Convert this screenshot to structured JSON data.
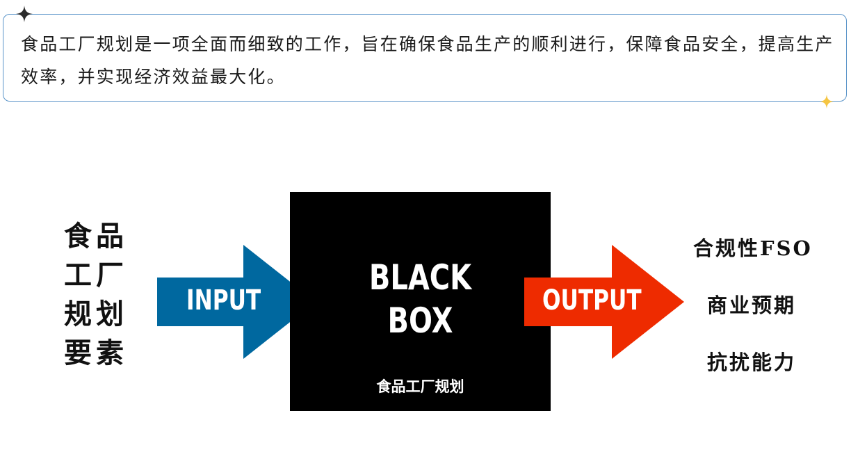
{
  "callout": {
    "text": "食品工厂规划是一项全面而细致的工作，旨在确保食品生产的顺利进行，保障食品安全，提高生产效率，并实现经济效益最大化。"
  },
  "diagram": {
    "input_elements": "食品工厂规划要素",
    "input_label": "INPUT",
    "box_title_line1": "BLACK",
    "box_title_line2": "BOX",
    "box_subtitle": "食品工厂规划",
    "output_label": "OUTPUT",
    "outputs": [
      "合规性FSO",
      "商业预期",
      "抗扰能力"
    ]
  },
  "colors": {
    "input_arrow": "#00689f",
    "output_arrow": "#ee2b00",
    "box": "#000000",
    "callout_border": "#5a94c9",
    "sparkle_dark": "#2b2b2b",
    "sparkle_yellow": "#f5c542"
  },
  "icons": {
    "top_left": "four-point-sparkle-icon",
    "bottom_right": "four-point-sparkle-icon"
  }
}
